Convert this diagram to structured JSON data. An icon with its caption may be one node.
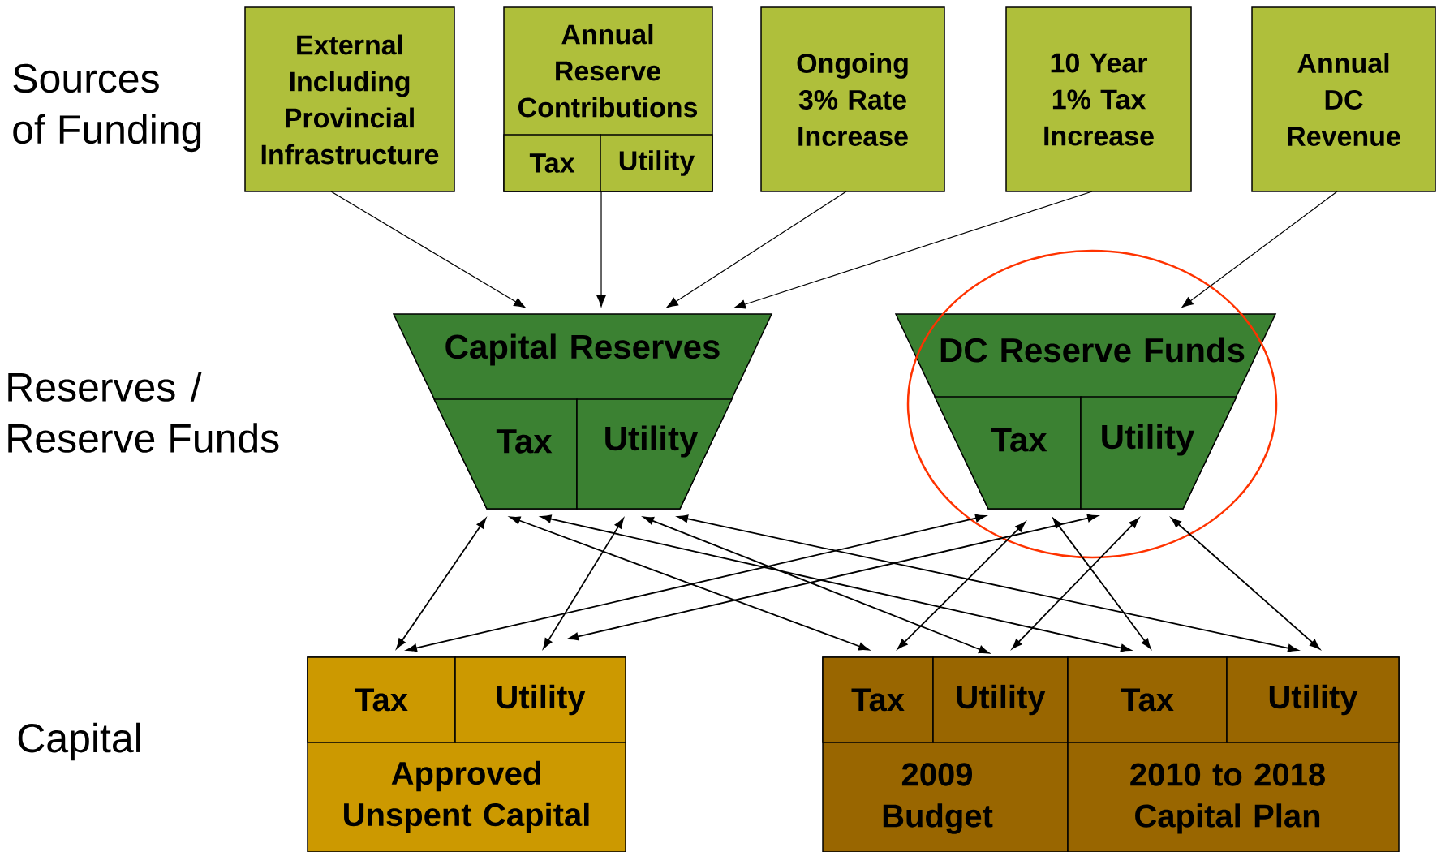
{
  "diagram": {
    "nodes": [
      {
        "text": [
          "External Including Provincial Infrastructure"
        ]
      },
      {
        "text": [
          "Annual Reserve Contributions"
        ]
      },
      {
        "text": [
          "Tax"
        ],
        "in": 1
      },
      {
        "text": [
          "Utility"
        ],
        "in": 1
      },
      {
        "text": [
          "Ongoing 3% Rate Increase"
        ]
      },
      {
        "text": [
          "10 Year 1% Tax Increase"
        ]
      },
      {
        "text": [
          "Annual DC Revenue"
        ]
      },
      {
        "text": [
          "Capital Reserves"
        ]
      },
      {
        "text": [
          "Tax"
        ],
        "in": 7
      },
      {
        "text": [
          "Utility"
        ],
        "in": 7
      },
      {
        "text": [
          "DC Reserve Funds"
        ]
      },
      {
        "text": [
          "Tax"
        ],
        "in": 10
      },
      {
        "text": [
          "Utility"
        ],
        "in": 10
      },
      {
        "text": [
          "Approved Unspent Capital"
        ]
      },
      {
        "text": [
          "Tax"
        ],
        "in": 13
      },
      {
        "text": [
          "Utility"
        ],
        "in": 13
      },
      {
        "text": [
          "2009 Budget"
        ]
      },
      {
        "text": [
          "Tax"
        ],
        "in": 16
      },
      {
        "text": [
          "Utility"
        ],
        "in": 16
      },
      {
        "text": [
          "2010 to 2018 Capital Plan"
        ]
      },
      {
        "text": [
          "Tax"
        ],
        "in": 19
      },
      {
        "text": [
          "Utility"
        ],
        "in": 19
      }
    ],
    "edges": [
      {
        "from": 0,
        "to": 7,
        "arrow": "to"
      },
      {
        "from": 1,
        "to": 7,
        "arrow": "to"
      },
      {
        "from": 4,
        "to": 7,
        "arrow": "to"
      },
      {
        "from": 5,
        "to": 7,
        "arrow": "to"
      },
      {
        "from": 6,
        "to": 10,
        "arrow": "to"
      },
      {
        "from": 8,
        "to": 14,
        "arrow": "both"
      },
      {
        "from": 9,
        "to": 15,
        "arrow": "both"
      },
      {
        "from": 11,
        "to": 14,
        "arrow": "both"
      },
      {
        "from": 12,
        "to": 15,
        "arrow": "both"
      },
      {
        "from": 8,
        "to": 17,
        "arrow": "both"
      },
      {
        "from": 11,
        "to": 17,
        "arrow": "both"
      },
      {
        "from": 8,
        "to": 20,
        "arrow": "both"
      },
      {
        "from": 9,
        "to": 18,
        "arrow": "both"
      },
      {
        "from": 9,
        "to": 21,
        "arrow": "both"
      },
      {
        "from": 11,
        "to": 20,
        "arrow": "both"
      },
      {
        "from": 12,
        "to": 18,
        "arrow": "both"
      },
      {
        "from": 12,
        "to": 21,
        "arrow": "both"
      }
    ],
    "labels": [
      "Sources of Funding",
      "Reserves / Reserve Funds",
      "Capital"
    ]
  }
}
